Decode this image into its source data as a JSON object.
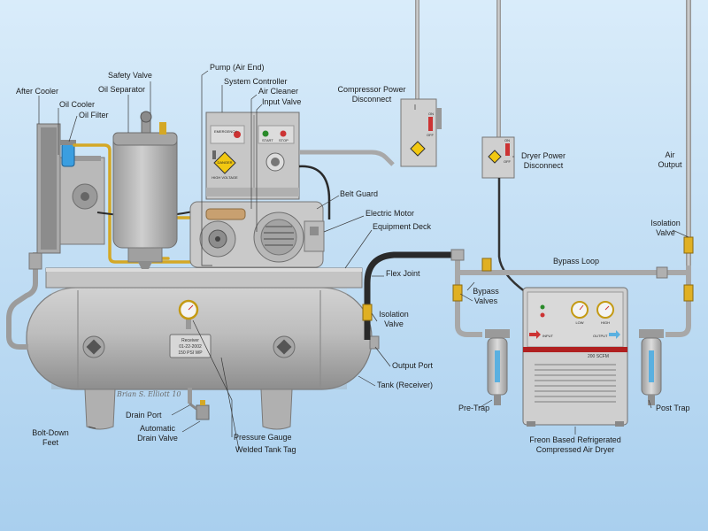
{
  "labels": {
    "after_cooler": "After Cooler",
    "oil_cooler": "Oil Cooler",
    "oil_filter": "Oil Filter",
    "safety_valve": "Safety Valve",
    "oil_separator": "Oil Separator",
    "pump_air_end": "Pump (Air End)",
    "system_controller": "System Controller",
    "air_cleaner": "Air Cleaner",
    "input_valve": "Input Valve",
    "compressor_power_disconnect": [
      "Compressor Power",
      "Disconnect"
    ],
    "dryer_power_disconnect": [
      "Dryer Power",
      "Disconnect"
    ],
    "air_output": [
      "Air",
      "Output"
    ],
    "belt_guard": "Belt Guard",
    "electric_motor": "Electric Motor",
    "equipment_deck": "Equipment Deck",
    "isolation_valve_right": [
      "Isolation",
      "Valve"
    ],
    "bypass_loop": "Bypass Loop",
    "flex_joint": "Flex Joint",
    "bypass_valves": [
      "Bypass",
      "Valves"
    ],
    "isolation_valve_left": [
      "Isolation",
      "Valve"
    ],
    "output_port": "Output Port",
    "tank_receiver": "Tank (Receiver)",
    "pre_trap": "Pre-Trap",
    "post_trap": "Post Trap",
    "drain_port": "Drain Port",
    "automatic_drain_valve": [
      "Automatic",
      "Drain Valve"
    ],
    "bolt_down_feet": [
      "Bolt-Down",
      "Feet"
    ],
    "pressure_gauge": "Pressure Gauge",
    "welded_tank_tag": "Welded Tank Tag",
    "dryer_title": [
      "Freon Based Refrigerated",
      "Compressed Air Dryer"
    ]
  },
  "panel_text": {
    "danger": "DANGER",
    "danger_sub": "HIGH VOLTAGE",
    "on": "ON",
    "off": "OFF",
    "emergency": "EMERGENCY",
    "start": "START",
    "stop": "STOP",
    "dryer_rating": "200 SCFM",
    "dryer_input": "INPUT",
    "dryer_output": "OUTPUT",
    "dryer_gauge_left": "LOW",
    "dryer_gauge_right": "HIGH"
  },
  "tank_tag": [
    "Receiver",
    "01-22-2002",
    "150 PSI WP"
  ],
  "signature": "Brian S. Elliott 10",
  "colors": {
    "background_top": "#d9ecfa",
    "background_bottom": "#a9cfee",
    "machine_gray": "#b9b9b9",
    "pipe_gray": "#a8a8a8",
    "oil_line_yellow": "#d4a826",
    "valve_gold": "#e0b024",
    "hose_black": "#2a2a2a",
    "danger_yellow": "#f2c811",
    "indicator_red": "#cc2222",
    "filter_blue": "#3a9ee0"
  }
}
